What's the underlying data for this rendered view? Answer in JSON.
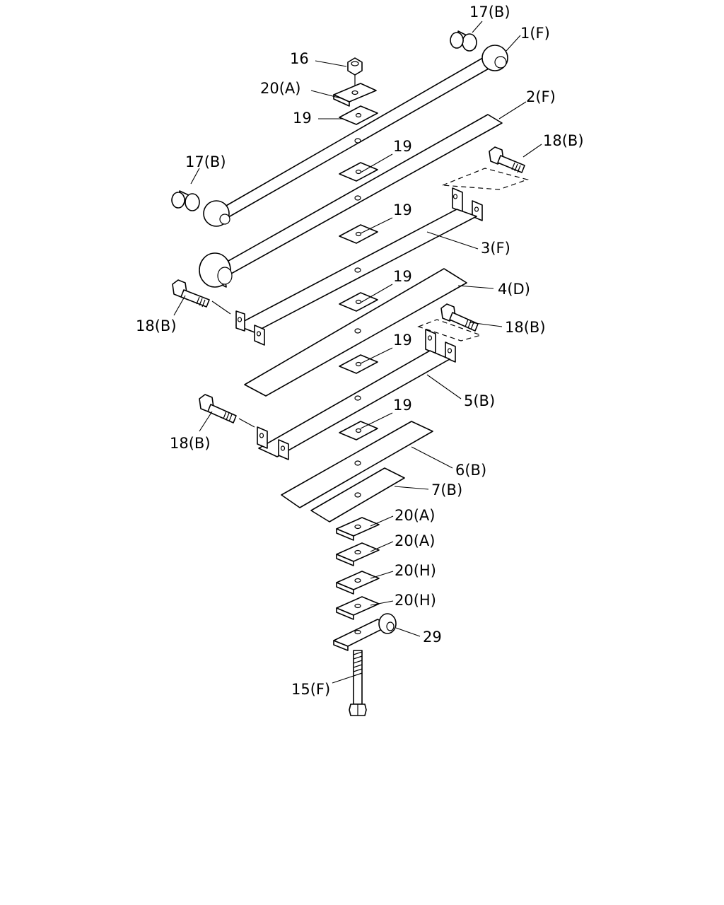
{
  "figure": {
    "labels": {
      "p17_top": "17(B)",
      "p1": "1(F)",
      "p16": "16",
      "p20a_top": "20(A)",
      "p19_a": "19",
      "p2": "2(F)",
      "p19_b": "19",
      "p18_r1": "18(B)",
      "p17_left": "17(B)",
      "p19_c": "19",
      "p3": "3(F)",
      "p4": "4(D)",
      "p19_d": "19",
      "p18_l1": "18(B)",
      "p18_r2": "18(B)",
      "p19_e": "19",
      "p5": "5(B)",
      "p19_f": "19",
      "p18_l2": "18(B)",
      "p6": "6(B)",
      "p7": "7(B)",
      "p20a_1": "20(A)",
      "p20a_2": "20(A)",
      "p20h_1": "20(H)",
      "p20h_2": "20(H)",
      "p29": "29",
      "p15": "15(F)"
    }
  }
}
